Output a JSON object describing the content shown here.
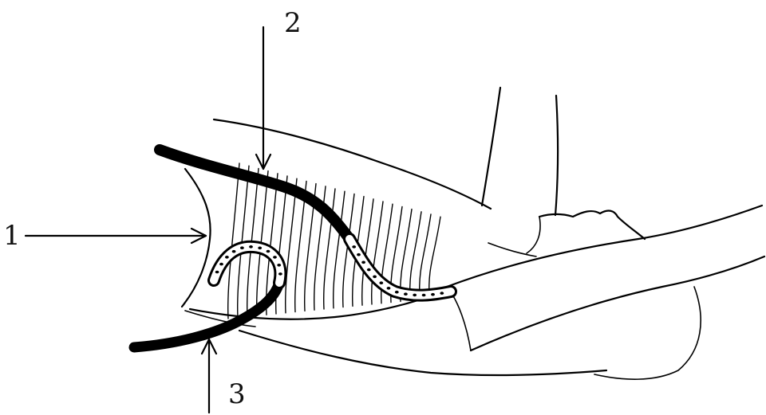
{
  "labels": {
    "one": "1",
    "two": "2",
    "three": "3"
  },
  "colors": {
    "ink": "#000000",
    "background": "#ffffff",
    "drain_fill": "#ffffff"
  }
}
